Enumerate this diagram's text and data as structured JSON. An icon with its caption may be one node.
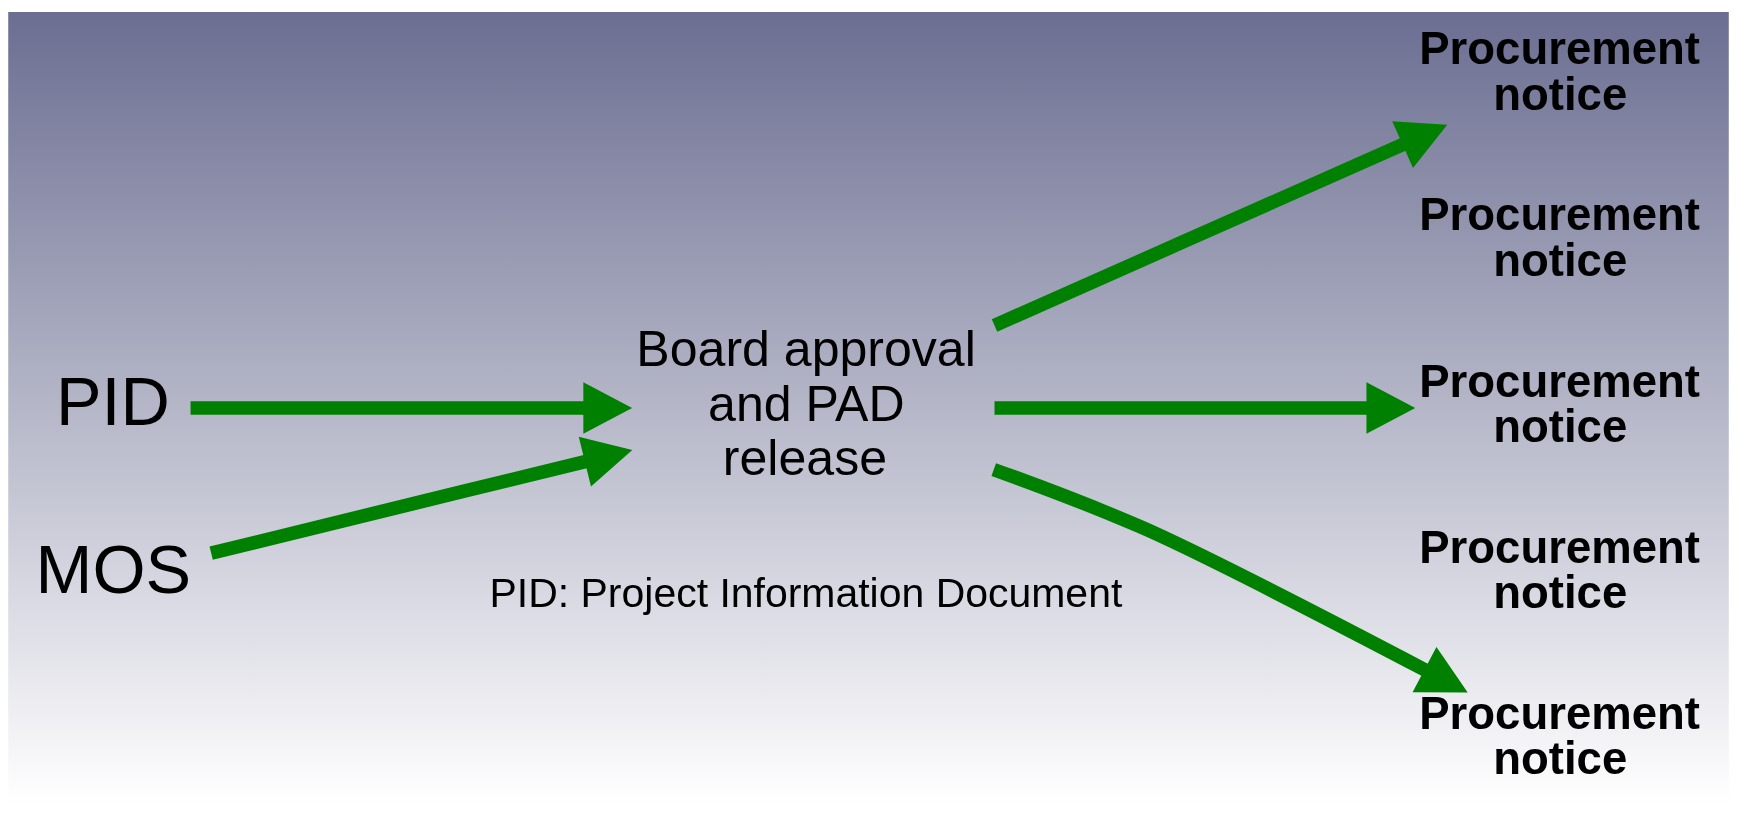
{
  "diagram": {
    "nodes": [
      {
        "text": [
          "PID"
        ]
      },
      {
        "text": [
          "MOS"
        ]
      },
      {
        "text": [
          "Board approval and PAD release"
        ]
      },
      {
        "text": [
          "Procurement notice"
        ]
      },
      {
        "text": [
          "Procurement notice"
        ]
      },
      {
        "text": [
          "Procurement notice"
        ]
      },
      {
        "text": [
          "Procurement notice"
        ]
      },
      {
        "text": [
          "Procurement notice"
        ]
      }
    ],
    "edges": [
      {
        "from": 0,
        "to": 2,
        "arrow": "to"
      },
      {
        "from": 1,
        "to": 2,
        "arrow": "to"
      },
      {
        "from": 2,
        "to": 3,
        "arrow": "to"
      },
      {
        "from": 2,
        "to": 5,
        "arrow": "to"
      },
      {
        "from": 2,
        "to": 7,
        "arrow": "to"
      }
    ],
    "labels": [
      "PID: Project Information Document"
    ]
  }
}
